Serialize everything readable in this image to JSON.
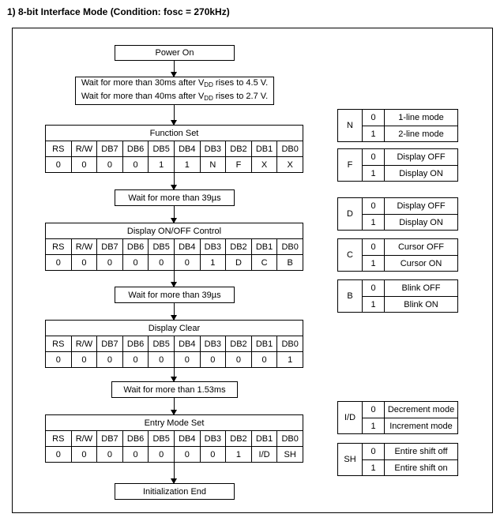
{
  "title": "1) 8-bit Interface Mode (Condition: fosc = 270kHz)",
  "colors": {
    "ink": "#000000",
    "background": "#ffffff"
  },
  "flow": {
    "power_on": "Power On",
    "wait_vdd_lines": [
      {
        "pre": "Wait for more than 30ms after V",
        "sub": "DD",
        "post": " rises to 4.5 V."
      },
      {
        "pre": "Wait for more than 40ms after V",
        "sub": "DD",
        "post": " rises to 2.7 V."
      }
    ],
    "wait_39us_1": "Wait for more than 39µs",
    "wait_39us_2": "Wait for more than 39µs",
    "wait_153ms": "Wait for more than 1.53ms",
    "initialization_end": "Initialization End"
  },
  "command_tables": [
    {
      "title": "Function Set",
      "headers": [
        "RS",
        "R/W",
        "DB7",
        "DB6",
        "DB5",
        "DB4",
        "DB3",
        "DB2",
        "DB1",
        "DB0"
      ],
      "values": [
        "0",
        "0",
        "0",
        "0",
        "1",
        "1",
        "N",
        "F",
        "X",
        "X"
      ]
    },
    {
      "title": "Display ON/OFF Control",
      "headers": [
        "RS",
        "R/W",
        "DB7",
        "DB6",
        "DB5",
        "DB4",
        "DB3",
        "DB2",
        "DB1",
        "DB0"
      ],
      "values": [
        "0",
        "0",
        "0",
        "0",
        "0",
        "0",
        "1",
        "D",
        "C",
        "B"
      ]
    },
    {
      "title": "Display Clear",
      "headers": [
        "RS",
        "R/W",
        "DB7",
        "DB6",
        "DB5",
        "DB4",
        "DB3",
        "DB2",
        "DB1",
        "DB0"
      ],
      "values": [
        "0",
        "0",
        "0",
        "0",
        "0",
        "0",
        "0",
        "0",
        "0",
        "1"
      ]
    },
    {
      "title": "Entry Mode Set",
      "headers": [
        "RS",
        "R/W",
        "DB7",
        "DB6",
        "DB5",
        "DB4",
        "DB3",
        "DB2",
        "DB1",
        "DB0"
      ],
      "values": [
        "0",
        "0",
        "0",
        "0",
        "0",
        "0",
        "0",
        "1",
        "I/D",
        "SH"
      ]
    }
  ],
  "legends": [
    {
      "label": "N",
      "rows": [
        [
          "0",
          "1-line mode"
        ],
        [
          "1",
          "2-line mode"
        ]
      ]
    },
    {
      "label": "F",
      "rows": [
        [
          "0",
          "Display OFF"
        ],
        [
          "1",
          "Display ON"
        ]
      ]
    },
    {
      "label": "D",
      "rows": [
        [
          "0",
          "Display OFF"
        ],
        [
          "1",
          "Display ON"
        ]
      ]
    },
    {
      "label": "C",
      "rows": [
        [
          "0",
          "Cursor OFF"
        ],
        [
          "1",
          "Cursor ON"
        ]
      ]
    },
    {
      "label": "B",
      "rows": [
        [
          "0",
          "Blink OFF"
        ],
        [
          "1",
          "Blink ON"
        ]
      ]
    },
    {
      "label": "I/D",
      "rows": [
        [
          "0",
          "Decrement mode"
        ],
        [
          "1",
          "Increment mode"
        ]
      ]
    },
    {
      "label": "SH",
      "rows": [
        [
          "0",
          "Entire shift off"
        ],
        [
          "1",
          "Entire shift on"
        ]
      ]
    }
  ]
}
